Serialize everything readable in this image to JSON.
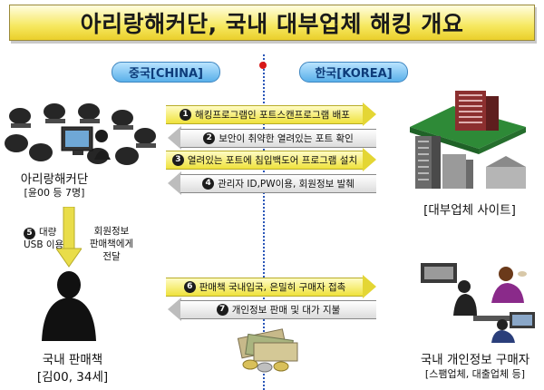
{
  "title": "아리랑해커단, 국내 대부업체 해킹 개요",
  "sides": {
    "china": "중국[CHINA]",
    "korea": "한국[KOREA]"
  },
  "steps": [
    {
      "num": "1",
      "text": "해킹프로그램인 포트스캔프로그램 배포"
    },
    {
      "num": "2",
      "text": "보안이 취약한 열려있는 포트 확인"
    },
    {
      "num": "3",
      "text": "열려있는 포트에 침입백도어 프로그램 설치"
    },
    {
      "num": "4",
      "text": "관리자 ID,PW이용, 회원정보 발췌"
    },
    {
      "num": "6",
      "text": "판매책 국내입국, 은밀히 구매자 접촉"
    },
    {
      "num": "7",
      "text": "개인정보 판매 및 대가 지불"
    }
  ],
  "hacker_group": {
    "name": "아리랑해커단",
    "members": "[윤00 등 7명]"
  },
  "lender_site": "[대부업체 사이트]",
  "step5": {
    "num": "5",
    "line1": "대량",
    "line2": "USB 이용",
    "desc_line1": "회원정보",
    "desc_line2": "판매책에게",
    "desc_line3": "전달"
  },
  "seller": {
    "name": "국내 판매책",
    "person": "[김00, 34세]"
  },
  "buyer": {
    "name": "국내 개인정보 구매자",
    "desc": "[스팸업체, 대출업체 등]"
  },
  "colors": {
    "title_bg": "#f4e35a",
    "label_blue": "#5ab0ea",
    "arrow_yellow": "#efe23c",
    "divider": "#2a56b8"
  }
}
